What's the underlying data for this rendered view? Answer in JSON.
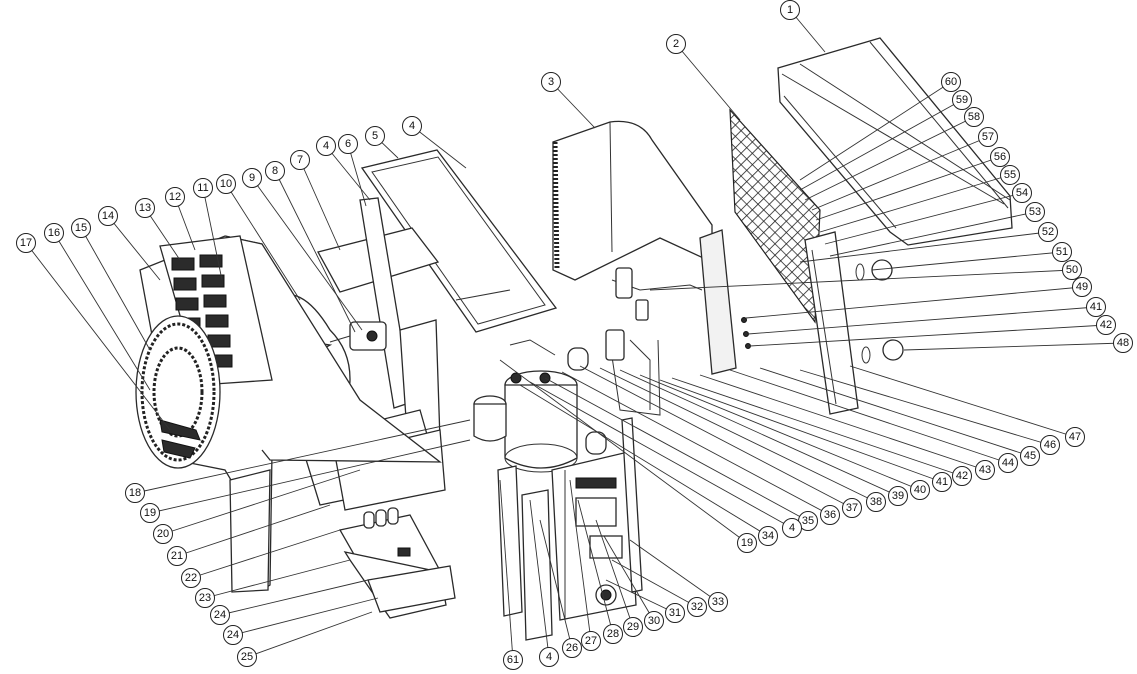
{
  "figure": {
    "type": "exploded-parts-diagram"
  },
  "callouts": [
    {
      "label": "1"
    },
    {
      "label": "2"
    },
    {
      "label": "3"
    },
    {
      "label": "4"
    },
    {
      "label": "5"
    },
    {
      "label": "4"
    },
    {
      "label": "6"
    },
    {
      "label": "7"
    },
    {
      "label": "8"
    },
    {
      "label": "9"
    },
    {
      "label": "10"
    },
    {
      "label": "11"
    },
    {
      "label": "12"
    },
    {
      "label": "13"
    },
    {
      "label": "14"
    },
    {
      "label": "15"
    },
    {
      "label": "16"
    },
    {
      "label": "17"
    },
    {
      "label": "60"
    },
    {
      "label": "59"
    },
    {
      "label": "58"
    },
    {
      "label": "57"
    },
    {
      "label": "56"
    },
    {
      "label": "55"
    },
    {
      "label": "54"
    },
    {
      "label": "53"
    },
    {
      "label": "52"
    },
    {
      "label": "51"
    },
    {
      "label": "50"
    },
    {
      "label": "49"
    },
    {
      "label": "41"
    },
    {
      "label": "42"
    },
    {
      "label": "48"
    },
    {
      "label": "47"
    },
    {
      "label": "46"
    },
    {
      "label": "45"
    },
    {
      "label": "44"
    },
    {
      "label": "43"
    },
    {
      "label": "42"
    },
    {
      "label": "41"
    },
    {
      "label": "40"
    },
    {
      "label": "39"
    },
    {
      "label": "38"
    },
    {
      "label": "37"
    },
    {
      "label": "36"
    },
    {
      "label": "35"
    },
    {
      "label": "4"
    },
    {
      "label": "34"
    },
    {
      "label": "19"
    },
    {
      "label": "18"
    },
    {
      "label": "19"
    },
    {
      "label": "20"
    },
    {
      "label": "21"
    },
    {
      "label": "22"
    },
    {
      "label": "23"
    },
    {
      "label": "24"
    },
    {
      "label": "24"
    },
    {
      "label": "25"
    },
    {
      "label": "61"
    },
    {
      "label": "4"
    },
    {
      "label": "26"
    },
    {
      "label": "27"
    },
    {
      "label": "28"
    },
    {
      "label": "29"
    },
    {
      "label": "30"
    },
    {
      "label": "31"
    },
    {
      "label": "32"
    },
    {
      "label": "33"
    }
  ]
}
